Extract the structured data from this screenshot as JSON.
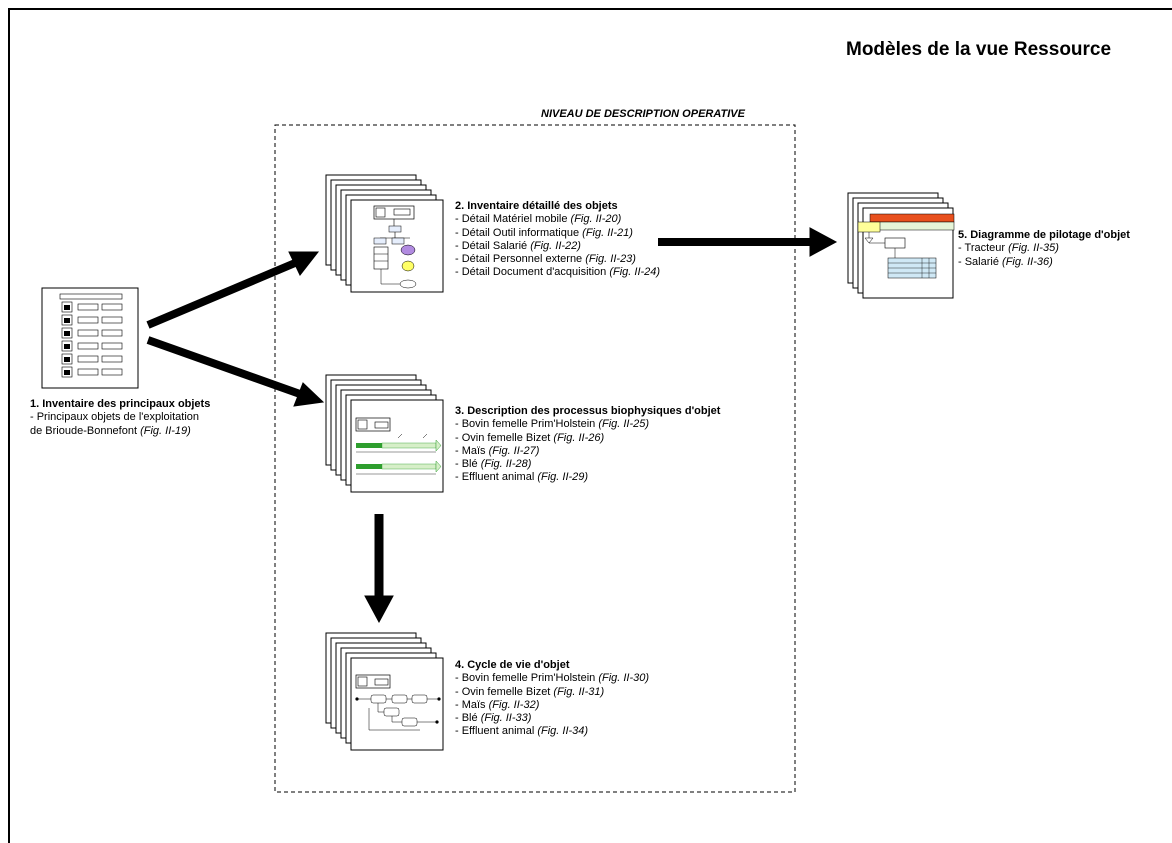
{
  "title": "Modèles de la vue Ressource",
  "operative_level_label": "NIVEAU DE DESCRIPTION OPERATIVE",
  "steps": [
    {
      "heading": "1. Inventaire des principaux objets",
      "items": [
        {
          "text": "- Principaux objets de l'exploitation",
          "fig": ""
        },
        {
          "text": "de Brioude-Bonnefont ",
          "fig": "(Fig. II-19)"
        }
      ]
    },
    {
      "heading": "2. Inventaire détaillé des objets",
      "items": [
        {
          "text": "- Détail Matériel mobile ",
          "fig": "(Fig. II-20)"
        },
        {
          "text": "- Détail Outil informatique ",
          "fig": "(Fig. II-21)"
        },
        {
          "text": "- Détail Salarié ",
          "fig": "(Fig. II-22)"
        },
        {
          "text": "- Détail Personnel externe ",
          "fig": "(Fig. II-23)"
        },
        {
          "text": "- Détail Document d'acquisition ",
          "fig": "(Fig. II-24)"
        }
      ]
    },
    {
      "heading": "3. Description des processus biophysiques d'objet",
      "items": [
        {
          "text": "- Bovin femelle Prim'Holstein ",
          "fig": "(Fig. II-25)"
        },
        {
          "text": "- Ovin femelle Bizet ",
          "fig": "(Fig. II-26)"
        },
        {
          "text": "- Maïs ",
          "fig": "(Fig. II-27)"
        },
        {
          "text": "- Blé ",
          "fig": "(Fig. II-28)"
        },
        {
          "text": "- Effluent animal ",
          "fig": "(Fig. II-29)"
        }
      ]
    },
    {
      "heading": "4. Cycle de vie d'objet",
      "items": [
        {
          "text": "- Bovin femelle Prim'Holstein ",
          "fig": "(Fig. II-30)"
        },
        {
          "text": "- Ovin femelle Bizet ",
          "fig": "(Fig. II-31)"
        },
        {
          "text": "- Maïs ",
          "fig": "(Fig. II-32)"
        },
        {
          "text": "- Blé ",
          "fig": "(Fig. II-33)"
        },
        {
          "text": "- Effluent animal ",
          "fig": "(Fig. II-34)"
        }
      ]
    },
    {
      "heading": "5. Diagramme de pilotage d'objet",
      "items": [
        {
          "text": "- Tracteur ",
          "fig": "(Fig. II-35)"
        },
        {
          "text": "- Salarié ",
          "fig": "(Fig. II-36)"
        }
      ]
    }
  ],
  "colors": {
    "green": "#2e9e2e",
    "light_green": "#d6efc8",
    "purple": "#b18be0",
    "yellow": "#ffff66",
    "orange": "#e8501e",
    "pale_yellow": "#ffff99",
    "light_blue": "#cfe8f5"
  }
}
